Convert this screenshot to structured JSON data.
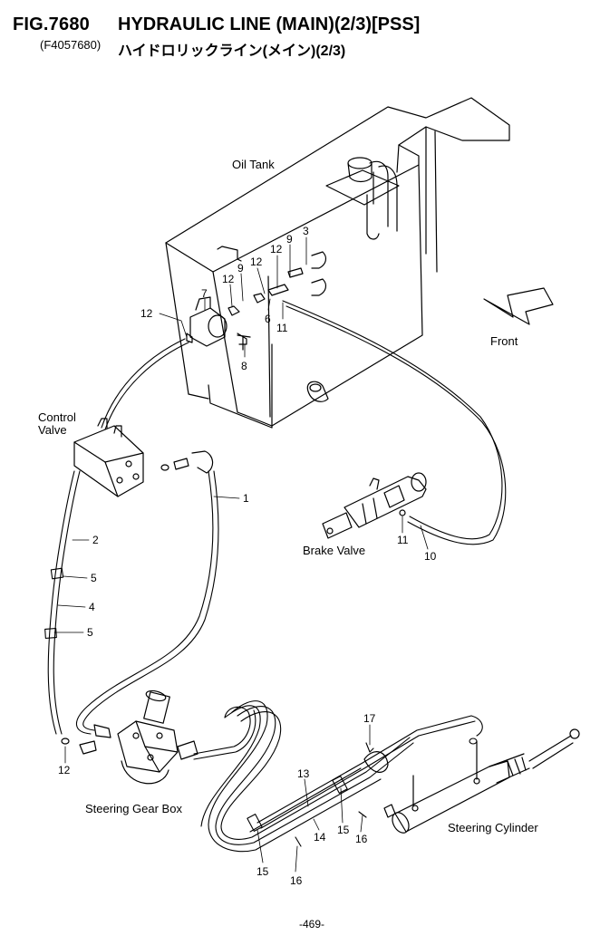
{
  "header": {
    "fig_number": "FIG.7680",
    "title": "HYDRAULIC LINE (MAIN)(2/3)[PSS]",
    "code": "(F4057680)",
    "title_jp": "ハイドロリックライン(メイン)(2/3)"
  },
  "labels": {
    "oil_tank": "Oil Tank",
    "front": "Front",
    "control_valve_line1": "Control",
    "control_valve_line2": "Valve",
    "brake_valve": "Brake Valve",
    "steering_gear_box": "Steering Gear Box",
    "steering_cylinder": "Steering Cylinder"
  },
  "callouts": {
    "c12a": "12",
    "c9a": "9",
    "c3": "3",
    "c12b": "12",
    "c9b": "9",
    "c12c": "12",
    "c7": "7",
    "c6": "6",
    "c11a": "11",
    "c8": "8",
    "c12d": "12",
    "c1": "1",
    "c2": "2",
    "c5a": "5",
    "c4": "4",
    "c5b": "5",
    "c11b": "11",
    "c10": "10",
    "c12e": "12",
    "c17": "17",
    "c13": "13",
    "c14": "14",
    "c15a": "15",
    "c16a": "16",
    "c15b": "15",
    "c16b": "16"
  },
  "footer": {
    "page": "-469-"
  }
}
